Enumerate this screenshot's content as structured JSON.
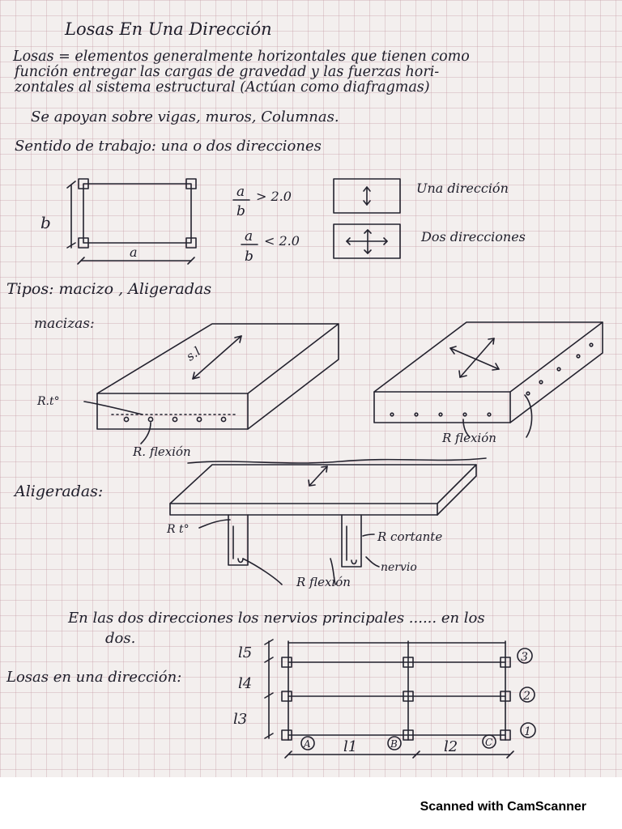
{
  "title": "Losas En Una Dirección",
  "definition": {
    "line1": "Losas = elementos generalmente horizontales que tienen como",
    "line2": "función entregar las cargas de gravedad y las fuerzas hori-",
    "line3": "zontales al sistema estructural (Actúan como diafragmas)"
  },
  "supports": "Se apoyan sobre vigas, muros, Columnas.",
  "work_direction": "Sentido de trabajo: una o dos direcciones",
  "ratio": {
    "a": "a",
    "b": "b",
    "cond1": "> 2.0",
    "cond2": "< 2.0",
    "label_one": "Una dirección",
    "label_two": "Dos direcciones",
    "dim_a": "a",
    "dim_b": "b"
  },
  "types": "Tipos: macizo , Aligeradas",
  "macizas": {
    "label": "macizas:",
    "sl_label": "s.l",
    "rto_label": "R.t°",
    "flexion_left": "R. flexión",
    "flexion_right": "R flexión"
  },
  "aligeradas": {
    "label": "Aligeradas:",
    "rto_label": "R t°",
    "cortante": "R cortante",
    "nervio": "nervio",
    "flexion": "R flexión"
  },
  "note": {
    "line1": "En las dos direcciones los nervios principales ...... en los",
    "line2": "dos."
  },
  "one_way": {
    "label": "Losas en una dirección:",
    "l5": "l5",
    "l4": "l4",
    "l3": "l3",
    "l1": "l1",
    "l2": "l2",
    "axes": [
      "A",
      "B",
      "C"
    ],
    "rows": [
      "3",
      "2",
      "1"
    ]
  },
  "footer": "Scanned with CamScanner"
}
